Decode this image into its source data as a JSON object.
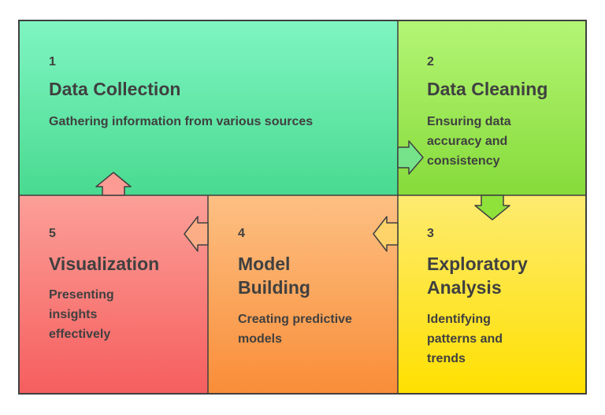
{
  "steps": [
    {
      "number": "1",
      "title": "Data Collection",
      "description": "Gathering information from various sources"
    },
    {
      "number": "2",
      "title": "Data Cleaning",
      "description": "Ensuring data accuracy and consistency"
    },
    {
      "number": "3",
      "title": "Exploratory Analysis",
      "description": "Identifying patterns and trends"
    },
    {
      "number": "4",
      "title": "Model Building",
      "description": "Creating predictive models"
    },
    {
      "number": "5",
      "title": "Visualization",
      "description": "Presenting insights effectively"
    }
  ],
  "colors": {
    "step1": "#49da90",
    "step2": "#86db3a",
    "step3": "#ffe000",
    "step4": "#f98d38",
    "step5": "#f55e5e",
    "border": "#404040",
    "text": "#404040"
  }
}
